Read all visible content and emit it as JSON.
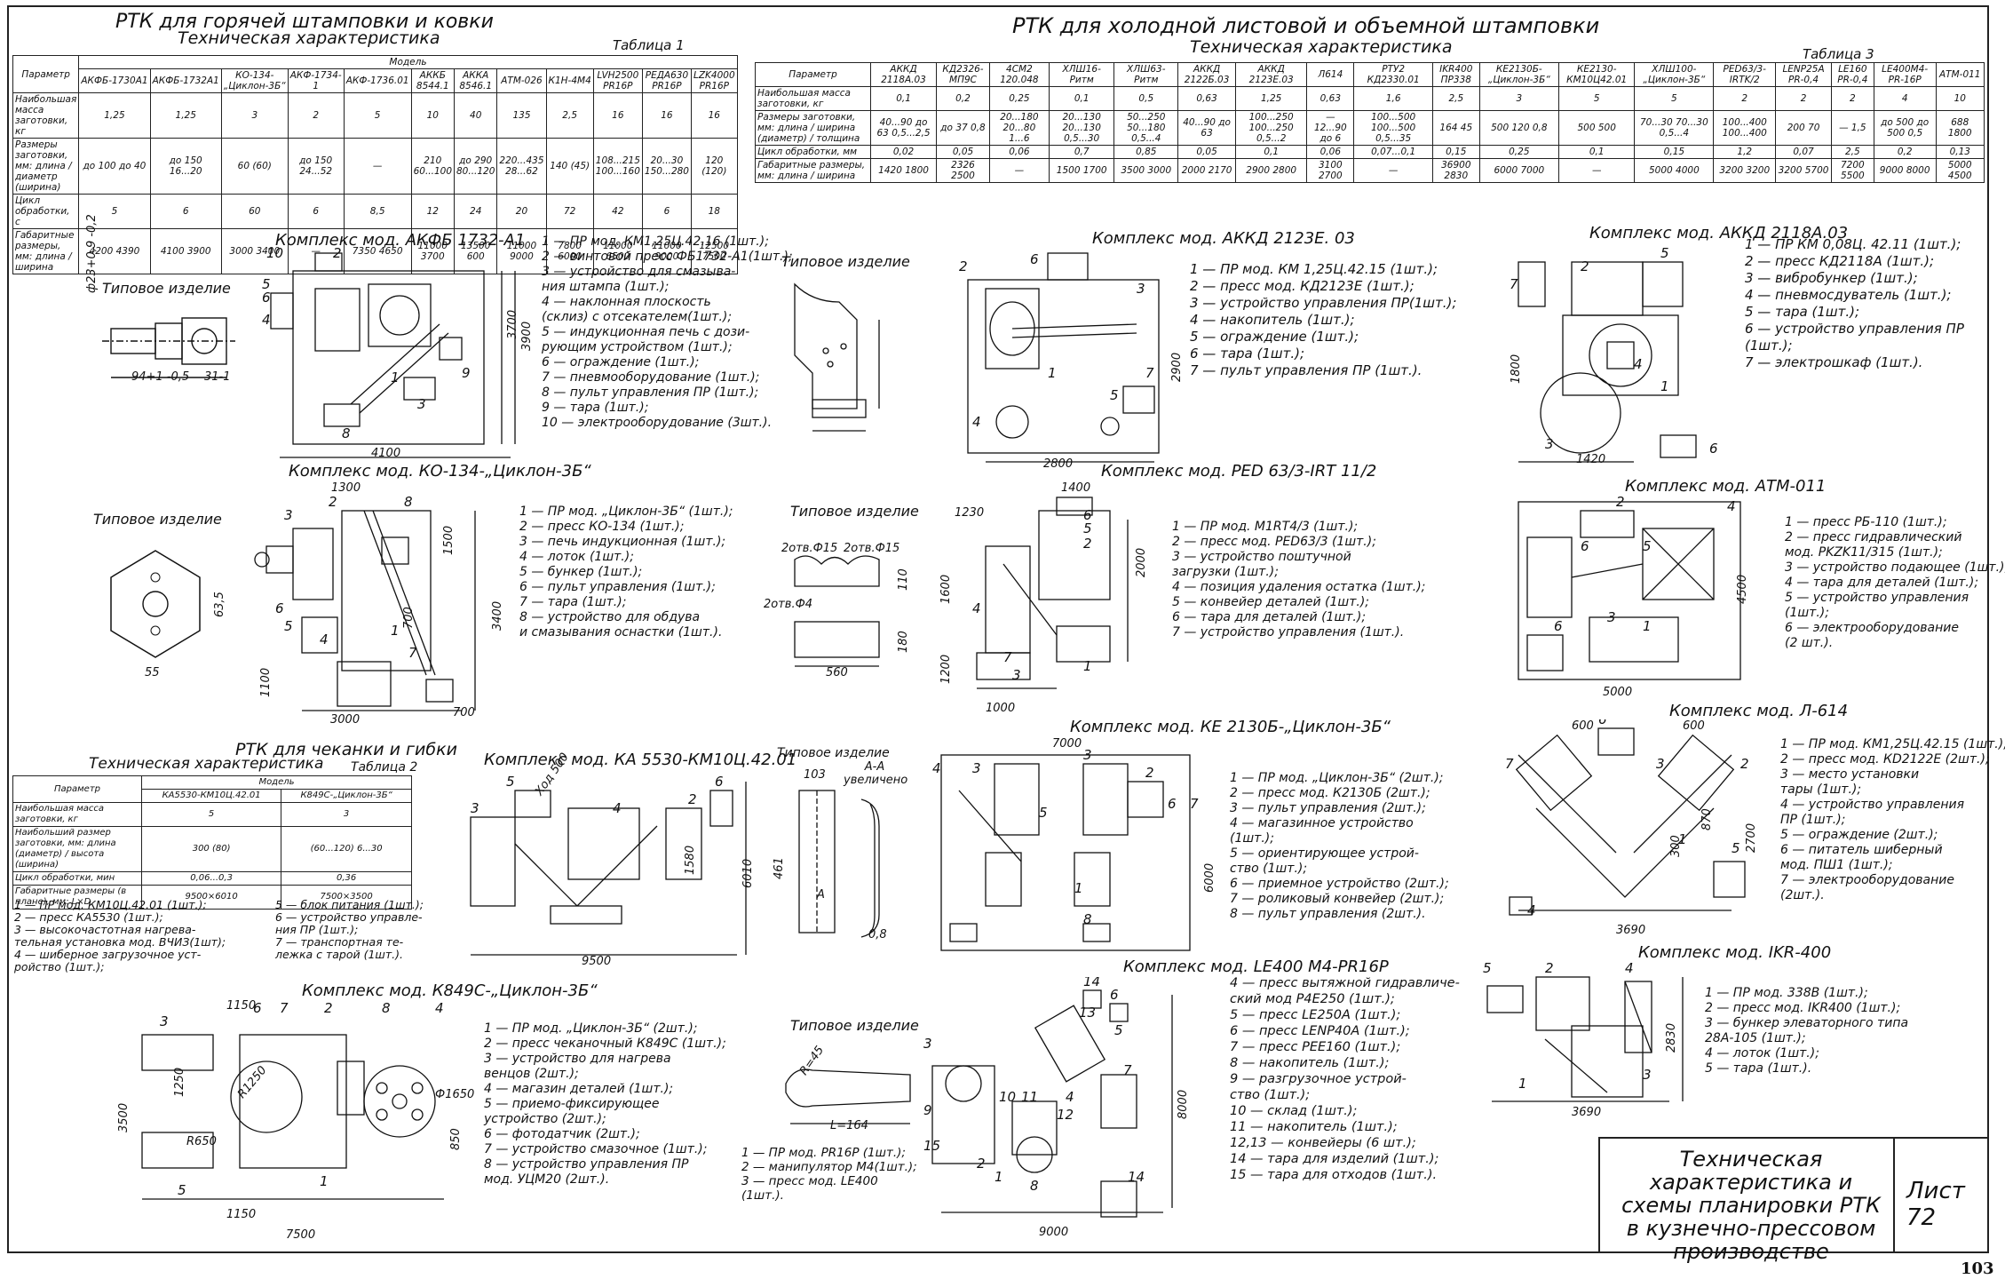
{
  "hot": {
    "title": "РТК для горячей штамповки и ковки",
    "subtitle": "Техническая характеристика",
    "table_label": "Таблица 1",
    "param_header": "Параметр",
    "model_header": "Модель",
    "models": [
      "АКФБ-1730А1",
      "АКФБ-1732А1",
      "КО-134-„Циклон-3Б“",
      "АКФ-1734-1",
      "АКФ-1736.01",
      "АККБ 8544.1",
      "АККА 8546.1",
      "АТМ-026",
      "К1Н-4М4",
      "LVH2500 PR16P",
      "РЕДА630 PR16P",
      "LZK4000 PR16P"
    ],
    "rows": [
      {
        "param": "Наибольшая масса заготовки, кг",
        "values": [
          "1,25",
          "1,25",
          "3",
          "2",
          "5",
          "10",
          "40",
          "135",
          "2,5",
          "16",
          "16",
          "16"
        ]
      },
      {
        "param": "Размеры заготовки, мм: длина / диаметр (ширина)",
        "values": [
          "до 100 до 40",
          "до 150 16...20",
          "60 (60)",
          "до 150 24...52",
          "—",
          "210 60...100",
          "до 290 80...120",
          "220...435 28...62",
          "140 (45)",
          "108...215 100...160",
          "20...30 150...280",
          "120 (120)"
        ]
      },
      {
        "param": "Цикл обработки, с",
        "values": [
          "5",
          "6",
          "60",
          "6",
          "8,5",
          "12",
          "24",
          "20",
          "72",
          "42",
          "6",
          "18"
        ]
      },
      {
        "param": "Габаритные размеры, мм: длина / ширина",
        "values": [
          "4200 4390",
          "4100 3900",
          "3000 3400",
          "—",
          "7350 4650",
          "11000 3700",
          "13500 600",
          "11000 9000",
          "7800 6000",
          "11000 6500",
          "11000 9000",
          "12500 7500"
        ]
      }
    ]
  },
  "cold": {
    "title": "РТК для холодной листовой и объемной штамповки",
    "subtitle": "Техническая характеристика",
    "table_label": "Таблица 3",
    "param_header": "Параметр",
    "models": [
      "АККД 2118А.03",
      "КД2326-МП9С",
      "4СМ2 120.048",
      "ХЛШ16-Ритм",
      "ХЛШ63-Ритм",
      "АККД 2122Б.03",
      "АККД 2123Е.03",
      "Л614",
      "РТУ2 КД2330.01",
      "IKR400 ПР338",
      "КЕ2130Б-„Циклон-3Б“",
      "КЕ2130-КМ10Ц42.01",
      "ХЛШ100-„Циклон-3Б“",
      "PED63/3-IRTK/2",
      "LENP25A PR-0,4",
      "LE160 PR-0,4",
      "LE400M4-PR-16P",
      "АТМ-011"
    ],
    "rows": [
      {
        "param": "Наибольшая масса заготовки, кг",
        "values": [
          "0,1",
          "0,2",
          "0,25",
          "0,1",
          "0,5",
          "0,63",
          "1,25",
          "0,63",
          "1,6",
          "2,5",
          "3",
          "5",
          "5",
          "2",
          "2",
          "2",
          "4",
          "10"
        ]
      },
      {
        "param": "Размеры заготовки, мм: длина / ширина (диаметр) / толщина",
        "values": [
          "40...90 до 63 0,5...2,5",
          "до 37 0,8",
          "20...180 20...80 1...6",
          "20...130 20...130 0,5...30",
          "50...250 50...180 0,5...4",
          "40...90 до 63",
          "100...250 100...250 0,5...2",
          "— 12...90 до 6",
          "100...500 100...500 0,5...35",
          "164 45",
          "500 120 0,8",
          "500 500",
          "70...30 70...30 0,5...4",
          "100...400 100...400",
          "200 70",
          "— 1,5",
          "до 500 до 500 0,5",
          "688 1800"
        ]
      },
      {
        "param": "Цикл обработки, мм",
        "values": [
          "0,02",
          "0,05",
          "0,06",
          "0,7",
          "0,85",
          "0,05",
          "0,1",
          "0,06",
          "0,07...0,1",
          "0,15",
          "0,25",
          "0,1",
          "0,15",
          "1,2",
          "0,07",
          "2,5",
          "0,2",
          "0,13"
        ]
      },
      {
        "param": "Габаритные размеры, мм: длина / ширина",
        "values": [
          "1420 1800",
          "2326 2500",
          "—",
          "1500 1700",
          "3500 3000",
          "2000 2170",
          "2900 2800",
          "3100 2700",
          "—",
          "36900 2830",
          "6000 7000",
          "—",
          "5000 4000",
          "3200 3200",
          "3200 5700",
          "7200 5500",
          "9000 8000",
          "5000 4500"
        ]
      }
    ]
  },
  "mint": {
    "title": "РТК для чеканки и гибки",
    "subtitle": "Техническая характеристика",
    "table_label": "Таблица 2",
    "param_header": "Параметр",
    "model_header": "Модель",
    "models": [
      "КА5530-КМ10Ц.42.01",
      "К849С-„Циклон-3Б“"
    ],
    "rows": [
      {
        "param": "Наибольшая масса заготовки, кг",
        "values": [
          "5",
          "3"
        ]
      },
      {
        "param": "Наибольший размер заготовки, мм: длина (диаметр) / высота (ширина)",
        "values": [
          "300 (80)",
          "(60...120) 6...30"
        ]
      },
      {
        "param": "Цикл обработки, мин",
        "values": [
          "0,06...0,3",
          "0,36"
        ]
      },
      {
        "param": "Габаритные размеры (в плане), мм: L×D",
        "values": [
          "9500×6010",
          "7500×3500"
        ]
      }
    ],
    "legend_left": [
      "1 — ПР мод. КМ10Ц.42.01 (1шт.);",
      "2 — пресс КА5530 (1шт.);",
      "3 — высокочастотная нагрева-",
      "тельная установка мод. ВЧИЗ(1шт);",
      "4 — шиберное загрузочное уст-",
      "ройство (1шт.);"
    ],
    "legend_right": [
      "5 — блок питания (1шт.);",
      "6 — устройство управле-",
      "ния ПР (1шт.);",
      "7 — транспортная те-",
      "лежка с тарой (1шт.)."
    ]
  },
  "complexes": {
    "akfb": {
      "title": "Комплекс мод. АКФБ 1732-А1",
      "typ": "Типовое изделие",
      "legend": [
        "1 — ПР мод. КМ1,25Ц.42.16 (1шт.);",
        "2 — винтовой пресс ФБ1732-А1(1шт.);",
        "3 — устройство для смазыва-",
        "ния штампа (1шт.);",
        "4 — наклонная плоскость",
        "(склиз) с отсекателем(1шт.);",
        "5 — индукционная печь с дози-",
        "рующим устройством (1шт.);",
        "6 — ограждение (1шт.);",
        "7 — пневмооборудование (1шт.);",
        "8 — пульт управления ПР (1шт.);",
        "9 — тара (1шт.);",
        "10 — электрооборудование (3шт.)."
      ],
      "dims": {
        "w": "4100",
        "h": "3900",
        "h2": "3700",
        "part_l": "94+1 -0,5",
        "part_d": "ф23+0,9 -0,2",
        "part_l2": "31-1"
      }
    },
    "ko134": {
      "title": "Комплекс мод. КО-134-„Циклон-3Б“",
      "typ": "Типовое изделие",
      "typ2": "Типовое изделие",
      "legend": [
        "1 — ПР мод. „Циклон-3Б“ (1шт.);",
        "2 — пресс КО-134 (1шт.);",
        "3 — печь индукционная (1шт.);",
        "4 — лоток (1шт.);",
        "5 — бункер (1шт.);",
        "6 — пульт управления (1шт.);",
        "7 — тара (1шт.);",
        "8 — устройство для обдува",
        "и смазывания оснастки (1шт.)."
      ],
      "dims": {
        "w": "3000",
        "w2": "1300",
        "h": "3400",
        "h2": "1500",
        "h3": "1100",
        "d": "700",
        "d2": "700",
        "hex": "55",
        "hex_h": "63,5",
        "part_w": "560",
        "part_h1": "110",
        "part_h2": "180",
        "holes1": "2отв.Ф15",
        "holes2": "2отв.Ф15",
        "holes3": "2отв.Ф4"
      }
    },
    "akkd2123": {
      "title": "Комплекс мод. АККД 2123Е. 03",
      "legend": [
        "1 — ПР мод. КМ 1,25Ц.42.15 (1шт.);",
        "2 — пресс мод. КД2123Е (1шт.);",
        "3 — устройство управления ПР(1шт.);",
        "4 — накопитель (1шт.);",
        "5 — ограждение (1шт.);",
        "6 — тара (1шт.);",
        "7 — пульт управления ПР (1шт.)."
      ],
      "dims": {
        "w": "2800",
        "h": "2900"
      }
    },
    "akkd2118": {
      "title": "Комплекс мод. АККД 2118А.03",
      "legend": [
        "1 — ПР КМ 0,08Ц. 42.11 (1шт.);",
        "2 — пресс КД2118А (1шт.);",
        "3 — вибробункер (1шт.);",
        "4 — пневмосдуватель (1шт.);",
        "5 — тара (1шт.);",
        "6 — устройство управления ПР",
        "(1шт.);",
        "7 — электрошкаф (1шт.)."
      ],
      "dims": {
        "w": "1420",
        "h": "1800"
      }
    },
    "ped": {
      "title": "Комплекс мод. PED 63/3-IRT 11/2",
      "legend": [
        "1 — ПР мод. М1RT4/3 (1шт.);",
        "2 — пресс мод. PED63/3 (1шт.);",
        "3 — устройство поштучной",
        "загрузки (1шт.);",
        "4 — позиция удаления остатка (1шт.);",
        "5 — конвейер деталей (1шт.);",
        "6 — тара для деталей (1шт.);",
        "7 — устройство управления (1шт.)."
      ],
      "dims": {
        "w": "1400",
        "w2": "1230",
        "w3": "1000",
        "h": "2000",
        "h2": "1600",
        "h3": "1200"
      }
    },
    "atm011": {
      "title": "Комплекс мод. АТМ-011",
      "legend": [
        "1 — пресс РБ-110 (1шт.);",
        "2 — пресс гидравлический",
        "мод. PKZK11/315 (1шт.);",
        "3 — устройство подающее (1шт.);",
        "4 — тара для деталей (1шт.);",
        "5 — устройство управления",
        "(1шт.);",
        "6 — электрооборудование",
        "(2 шт.)."
      ],
      "dims": {
        "w": "5000",
        "h": "4500"
      }
    },
    "ka5530": {
      "title": "Комплекс мод. КА 5530-КМ10Ц.42.01",
      "typ": "Типовое изделие",
      "section": "А-А увеличено",
      "dims": {
        "w": "9500",
        "h": "6010",
        "h2": "1580",
        "stroke": "Ход 500",
        "part_w": "103",
        "part_h": "461",
        "part_t": "0,8",
        "sec_a": "А"
      }
    },
    "ke2130": {
      "title": "Комплекс мод. КЕ 2130Б-„Циклон-3Б“",
      "legend": [
        "1 — ПР мод. „Циклон-3Б“ (2шт.);",
        "2 — пресс мод. К2130Б (2шт.);",
        "3 — пульт управления (2шт.);",
        "4 — магазинное устройство",
        "(1шт.);",
        "5 — ориентирующее устрой-",
        "ство (1шт.);",
        "6 — приемное устройство (2шт.);",
        "7 — роликовый конвейер (2шт.);",
        "8 — пульт управления (2шт.)."
      ],
      "dims": {
        "w": "7000",
        "h": "6000"
      }
    },
    "l614": {
      "title": "Комплекс мод. Л-614",
      "legend": [
        "1 — ПР мод. КМ1,25Ц.42.15 (1шт.);",
        "2 — пресс мод. КD2122Е (2шт.);",
        "3 — место установки",
        "тары (1шт.);",
        "4 — устройство управления",
        "ПР (1шт.);",
        "5 — ограждение (2шт.);",
        "6 — питатель шиберный",
        "мод. ПШ1 (1шт.);",
        "7 — электрооборудование",
        "(2шт.)."
      ],
      "dims": {
        "w": "3690",
        "w2": "600",
        "w3": "600",
        "h": "2700",
        "h2": "870",
        "d": "300"
      }
    },
    "k849": {
      "title": "Комплекс мод. К849С-„Циклон-3Б“",
      "typ": "Типовое изделие",
      "legend": [
        "1 — ПР мод. „Циклон-3Б“ (2шт.);",
        "2 — пресс чеканочный К849С (1шт.);",
        "3 — устройство для нагрева",
        "венцов (2шт.);",
        "4 — магазин деталей (1шт.);",
        "5 — приемо-фиксирующее",
        "устройство (2шт.);",
        "6 — фотодатчик (2шт.);",
        "7 — устройство смазочное (1шт.);",
        "8 — устройство управления ПР",
        "мод. УЦМ20 (2шт.)."
      ],
      "dims": {
        "w": "7500",
        "w2": "1150",
        "w3": "1150",
        "h": "3500",
        "h2": "1250",
        "r1": "R1250",
        "r2": "R650",
        "d": "Ф1650",
        "d2": "850",
        "part_l": "L=164",
        "part_r": "R=45"
      }
    },
    "le400": {
      "title": "Комплекс мод. LE400 M4-PR16P",
      "legend_left": [
        "1 — ПР мод. PR16P (1шт.);",
        "2 — манипулятор М4(1шт.);",
        "3 — пресс мод. LE400",
        "(1шт.)."
      ],
      "legend": [
        "4 — пресс вытяжной гидравличе-",
        "ский мод P4E250 (1шт.);",
        "5 — пресс LE250A (1шт.);",
        "6 — пресс LENP40A (1шт.);",
        "7 — пресс PEE160 (1шт.);",
        "8 — накопитель (1шт.);",
        "9 — разгрузочное устрой-",
        "ство (1шт.);",
        "10 — склад (1шт.);",
        "11 — накопитель (1шт.);",
        "12,13 — конвейеры (6 шт.);",
        "14 — тара для изделий (1шт.);",
        "15 — тара для отходов (1шт.)."
      ],
      "dims": {
        "w": "9000",
        "h": "8000"
      }
    },
    "ikr400": {
      "title": "Комплекс мод. IKR-400",
      "legend": [
        "1 — ПР мод. 338В (1шт.);",
        "2 — пресс мод. IKR400 (1шт.);",
        "3 — бункер элеваторного типа",
        "28А-105 (1шт.);",
        "4 — лоток (1шт.);",
        "5 — тара (1шт.)."
      ],
      "dims": {
        "w": "3690",
        "h": "2830"
      }
    }
  },
  "stamp": {
    "text": "Техническая характеристика и схемы планировки РТК в кузнечно-прессовом производстве",
    "sheet": "Лист 72"
  },
  "page_number": "103"
}
